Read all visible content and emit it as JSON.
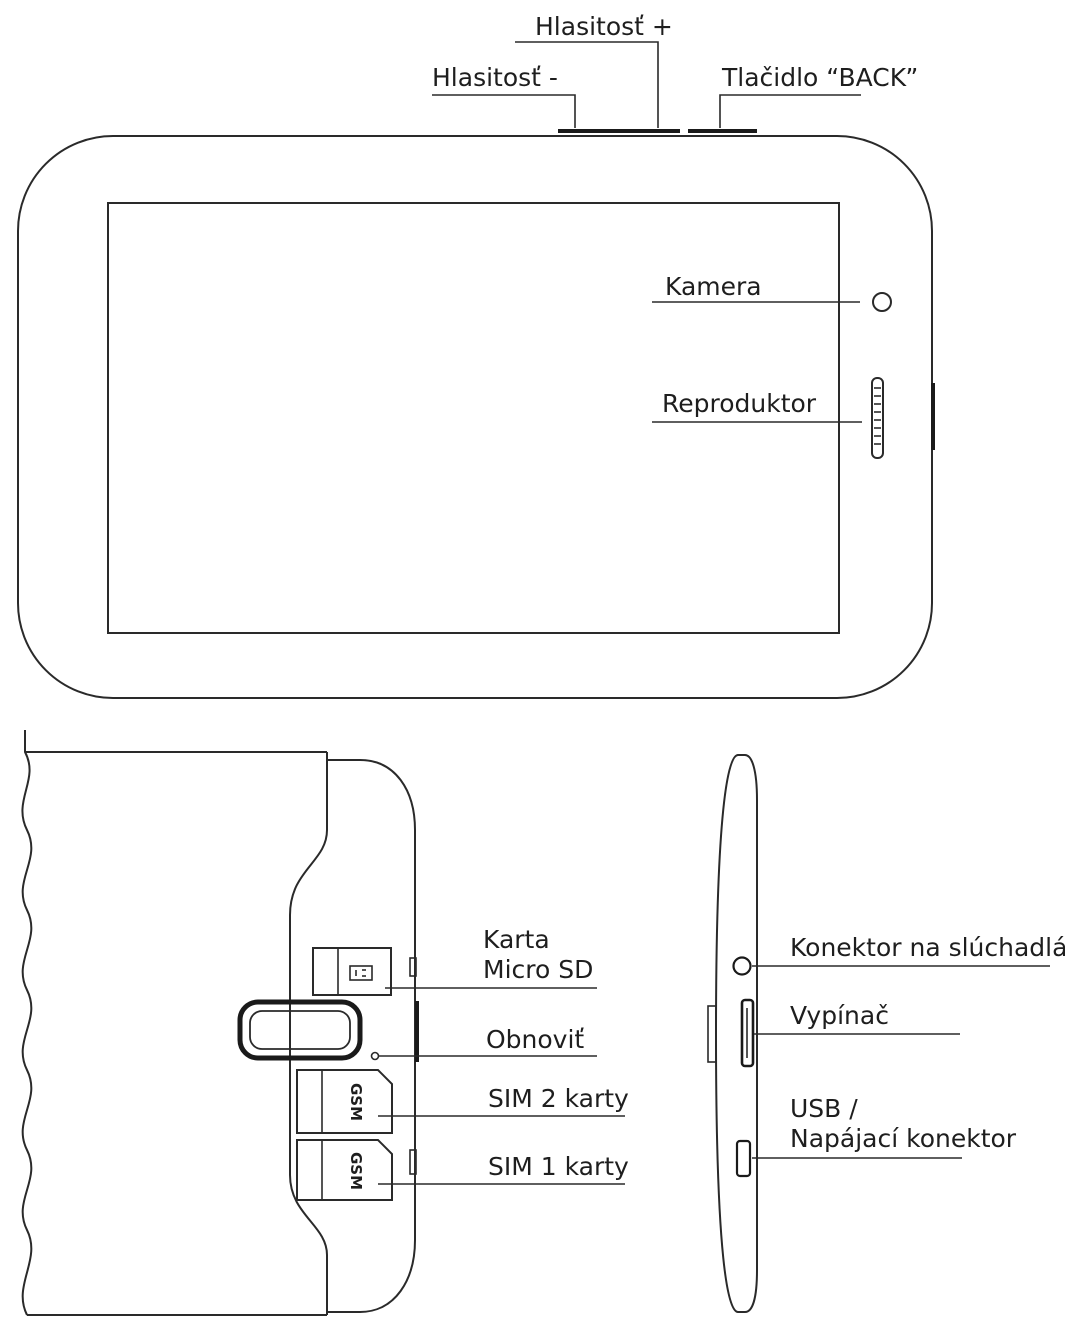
{
  "labels": {
    "volume_up": "Hlasitosť +",
    "volume_down": "Hlasitosť -",
    "back_button": "Tlačidlo “BACK”",
    "camera": "Kamera",
    "speaker": "Reproduktor",
    "microsd_line1": "Karta",
    "microsd_line2": "Micro SD",
    "reset": "Obnoviť",
    "sim2": "SIM 2 karty",
    "sim1": "SIM 1 karty",
    "headphone_jack": "Konektor na slúchadlá",
    "power_switch": "Vypínač",
    "usb_line1": "USB /",
    "usb_line2": "Napájací konektor",
    "gsm_slot2": "GSM",
    "gsm_slot1": "GSM"
  }
}
